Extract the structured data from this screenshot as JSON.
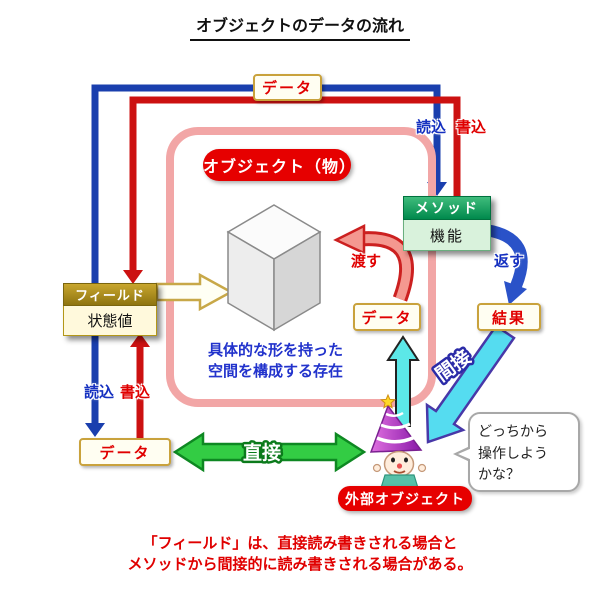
{
  "title": "オブジェクトのデータの流れ",
  "flow": {
    "data_top": "データ",
    "read_top": "読込",
    "write_top": "書込",
    "read_bottom": "読込",
    "write_bottom": "書込"
  },
  "object": {
    "label": "オブジェクト（物）",
    "description": "具体的な形を持った\n空間を構成する存在",
    "field": {
      "header": "フィールド",
      "value": "状態値"
    },
    "method": {
      "header": "メソッド",
      "body": "機能"
    }
  },
  "io": {
    "pass": "渡す",
    "return": "返す",
    "data_mid": "データ",
    "result": "結果",
    "data_bottom": "データ"
  },
  "access": {
    "direct": "直接",
    "indirect": "間接"
  },
  "external": {
    "label": "外部オブジェクト",
    "bubble": "どっちから\n操作しよう\nかな？"
  },
  "footnote": {
    "line1": "「フィールド」は、直接読み書きされる場合と",
    "line2": "メソッドから間接的に読み書きされる場合がある。"
  },
  "colors": {
    "accent_red": "#E60000",
    "blue_flow": "#1A3FAE",
    "red_flow": "#CC1111",
    "pink_boundary": "#F2A6A6",
    "direct_green": "#33CC44",
    "indirect_cyan": "#55DCF0",
    "cyan_up": "#5CE8E8"
  }
}
